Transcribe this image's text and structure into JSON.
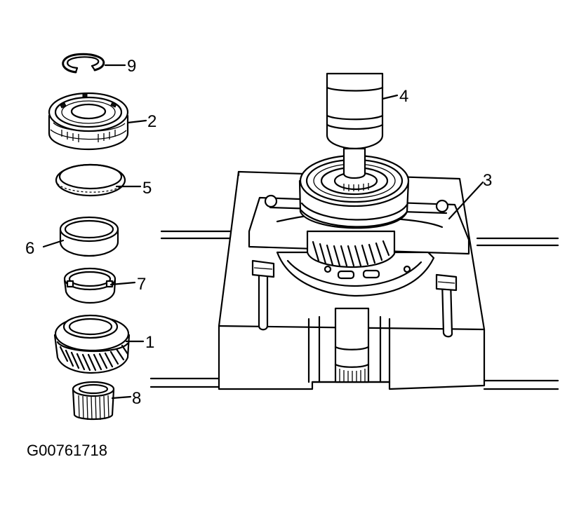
{
  "figure_id": "G00761718",
  "callouts": {
    "c1": "1",
    "c2": "2",
    "c3": "3",
    "c4": "4",
    "c5": "5",
    "c6": "6",
    "c7": "7",
    "c8": "8",
    "c9": "9"
  }
}
